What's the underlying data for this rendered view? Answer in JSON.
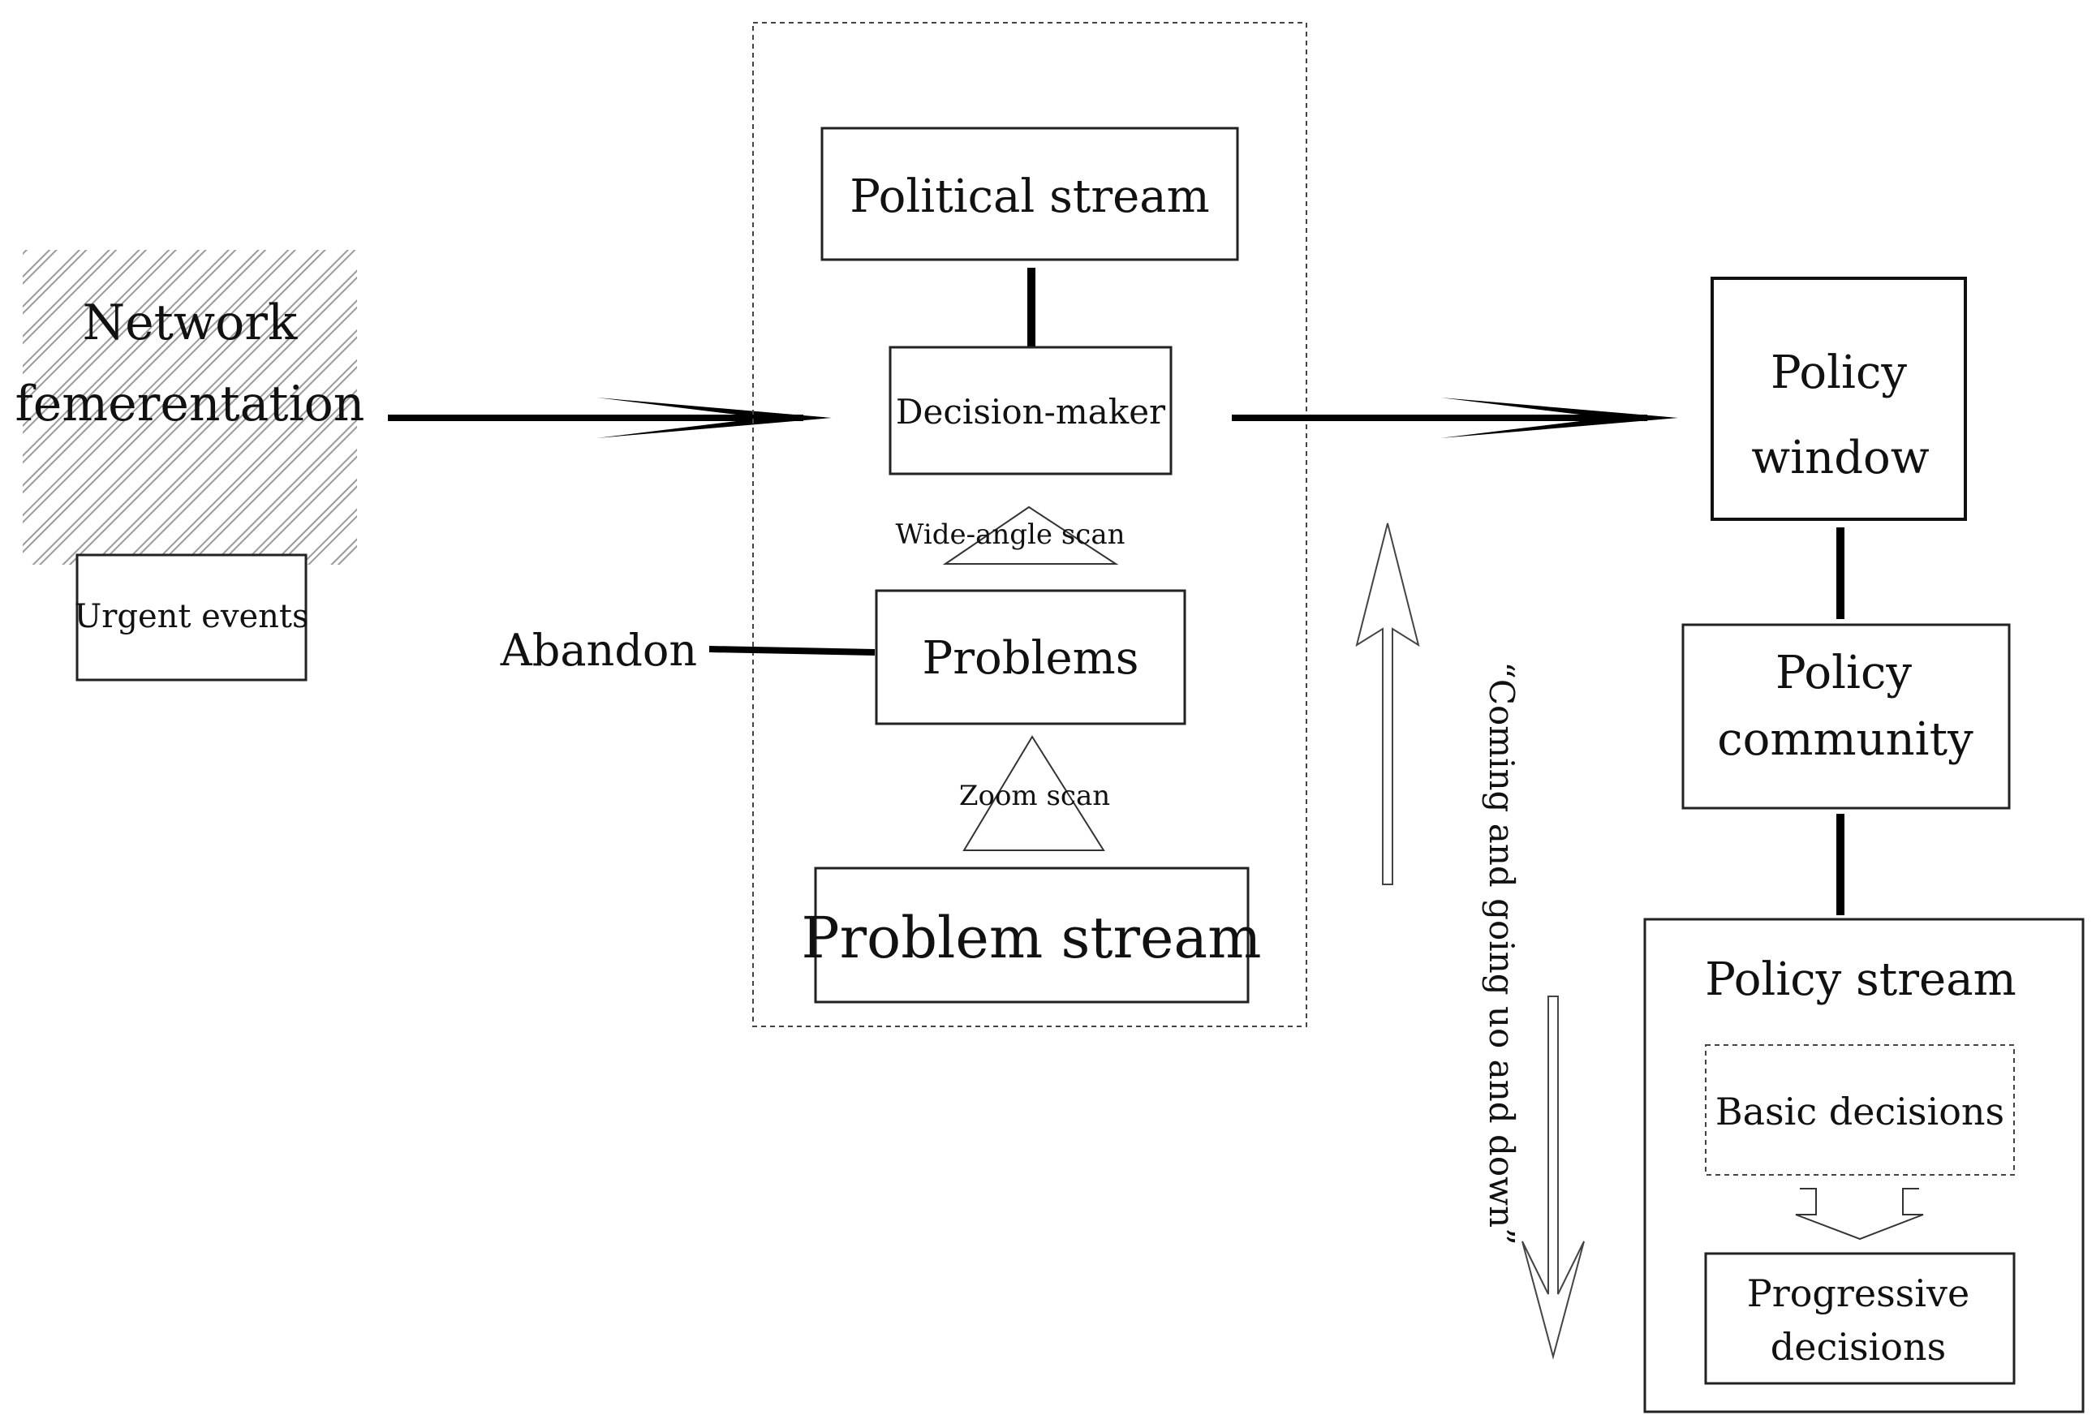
{
  "nodes": {
    "network_fermentation": [
      "Network",
      "femerentation"
    ],
    "urgent_events": "Urgent events",
    "political_stream": "Political stream",
    "decision_maker": "Decision-maker",
    "wide_angle_scan": "Wide-angle scan",
    "abandon": "Abandon",
    "problems": "Problems",
    "zoom_scan": "Zoom scan",
    "problem_stream": "Problem stream",
    "policy_window": [
      "Policy",
      "window"
    ],
    "policy_community": [
      "Policy",
      "community"
    ],
    "policy_stream": "Policy stream",
    "basic_decisions": "Basic decisions",
    "progressive_decisions": [
      "Progressive",
      "decisions"
    ]
  },
  "annotations": {
    "coming_and_going": "“Coming and going uo and down”"
  }
}
